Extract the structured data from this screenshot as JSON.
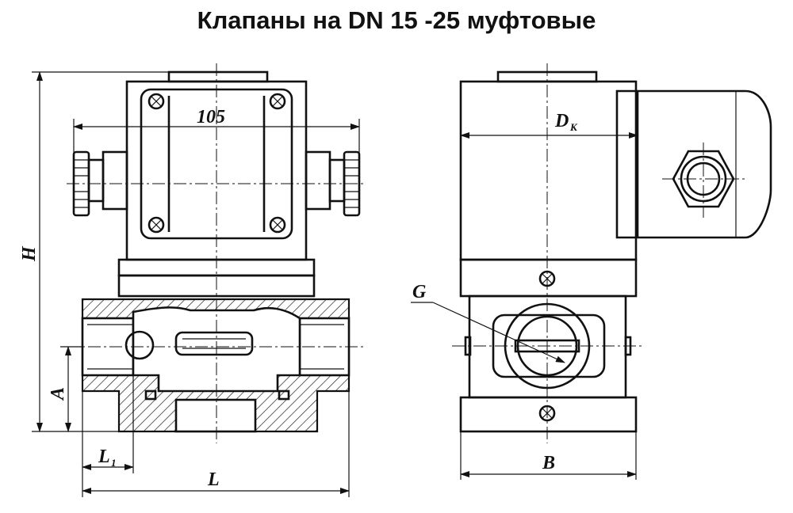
{
  "title": "Клапаны на DN 15 -25 муфтовые",
  "labels": {
    "dim_105": "105",
    "dim_H": "H",
    "dim_A": "A",
    "dim_L1_main": "L",
    "dim_L1_sub": "1",
    "dim_L": "L",
    "dim_Dk_main": "D",
    "dim_Dk_sub": "К",
    "dim_G": "G",
    "dim_B": "B"
  }
}
